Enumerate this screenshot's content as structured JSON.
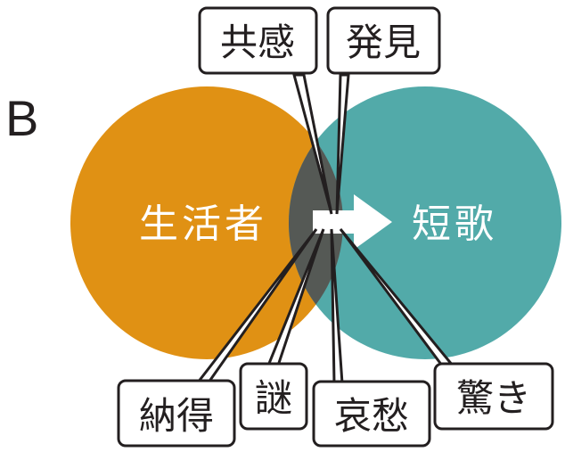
{
  "panel_letter": "B",
  "colors": {
    "left": "#e09114",
    "right": "#52aaa9",
    "overlap": "#555955",
    "ink": "#231f20"
  },
  "left_circle": {
    "label": "生活者"
  },
  "right_circle": {
    "label": "短歌"
  },
  "top_labels": [
    "共感",
    "発見"
  ],
  "bottom_labels": [
    "納得",
    "謎",
    "哀愁",
    "驚き"
  ]
}
